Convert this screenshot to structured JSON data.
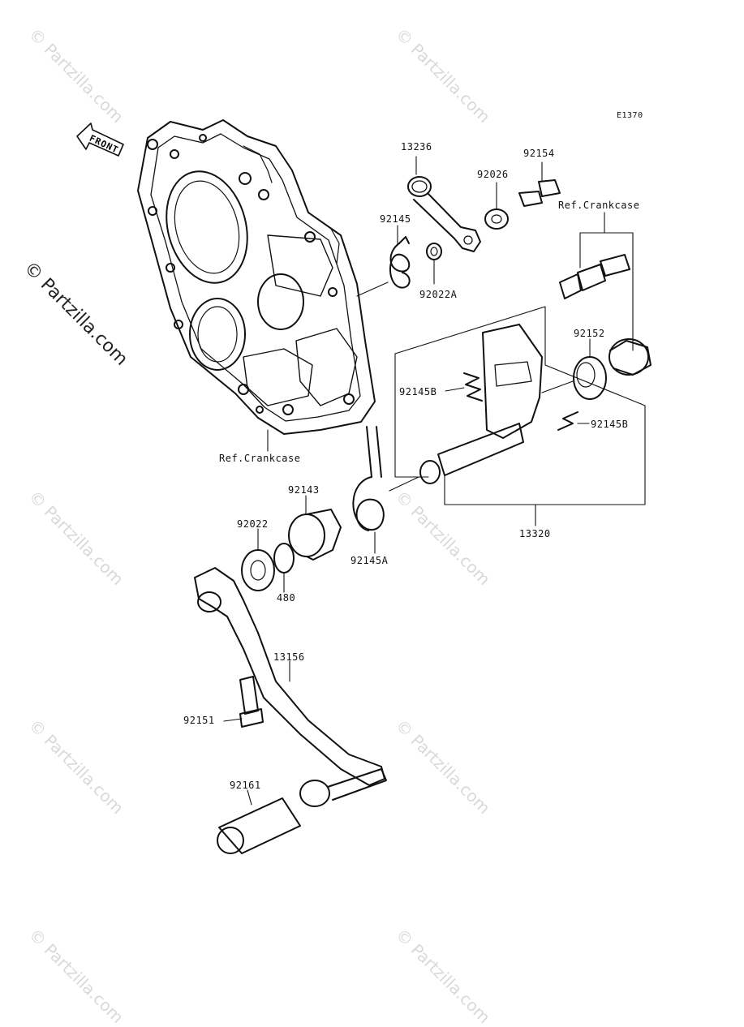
{
  "diagram": {
    "code": "E1370",
    "front_label": "FRONT",
    "watermark": "© Partzilla.com",
    "side_watermark": "© Partzilla.com"
  },
  "parts": {
    "p13236": "13236",
    "p92154": "92154",
    "p92026": "92026",
    "ref_crankcase_top": "Ref.Crankcase",
    "p92145": "92145",
    "p92022A": "92022A",
    "p92152": "92152",
    "p92145B_left": "92145B",
    "p92145B_right": "92145B",
    "ref_crankcase_bottom": "Ref.Crankcase",
    "p92143": "92143",
    "p92022": "92022",
    "p92145A": "92145A",
    "p480": "480",
    "p13320": "13320",
    "p13156": "13156",
    "p92151": "92151",
    "p92161": "92161"
  }
}
